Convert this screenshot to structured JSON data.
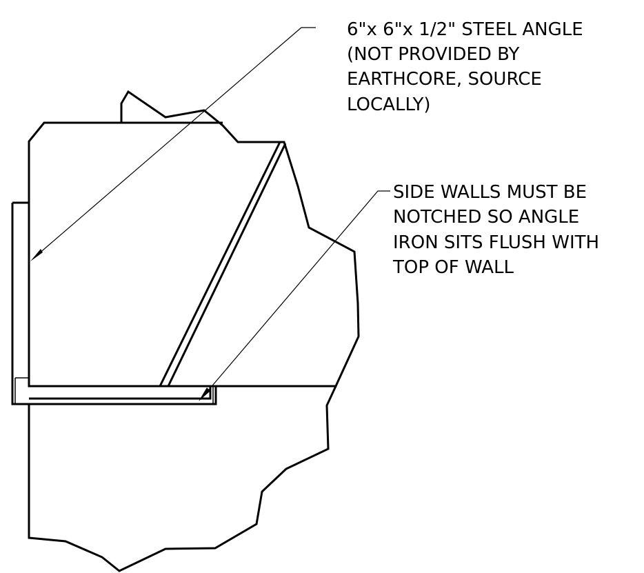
{
  "callouts": {
    "steel_angle": {
      "lines": [
        "6\"x 6\"x 1/2\" STEEL ANGLE",
        "(NOT PROVIDED BY",
        "EARTHCORE, SOURCE",
        "LOCALLY)"
      ]
    },
    "side_walls": {
      "lines": [
        "SIDE WALLS MUST BE",
        "NOTCHED SO ANGLE",
        "IRON SITS FLUSH WITH",
        "TOP OF WALL"
      ]
    }
  },
  "colors": {
    "ink": "#000000",
    "background": "#ffffff"
  }
}
